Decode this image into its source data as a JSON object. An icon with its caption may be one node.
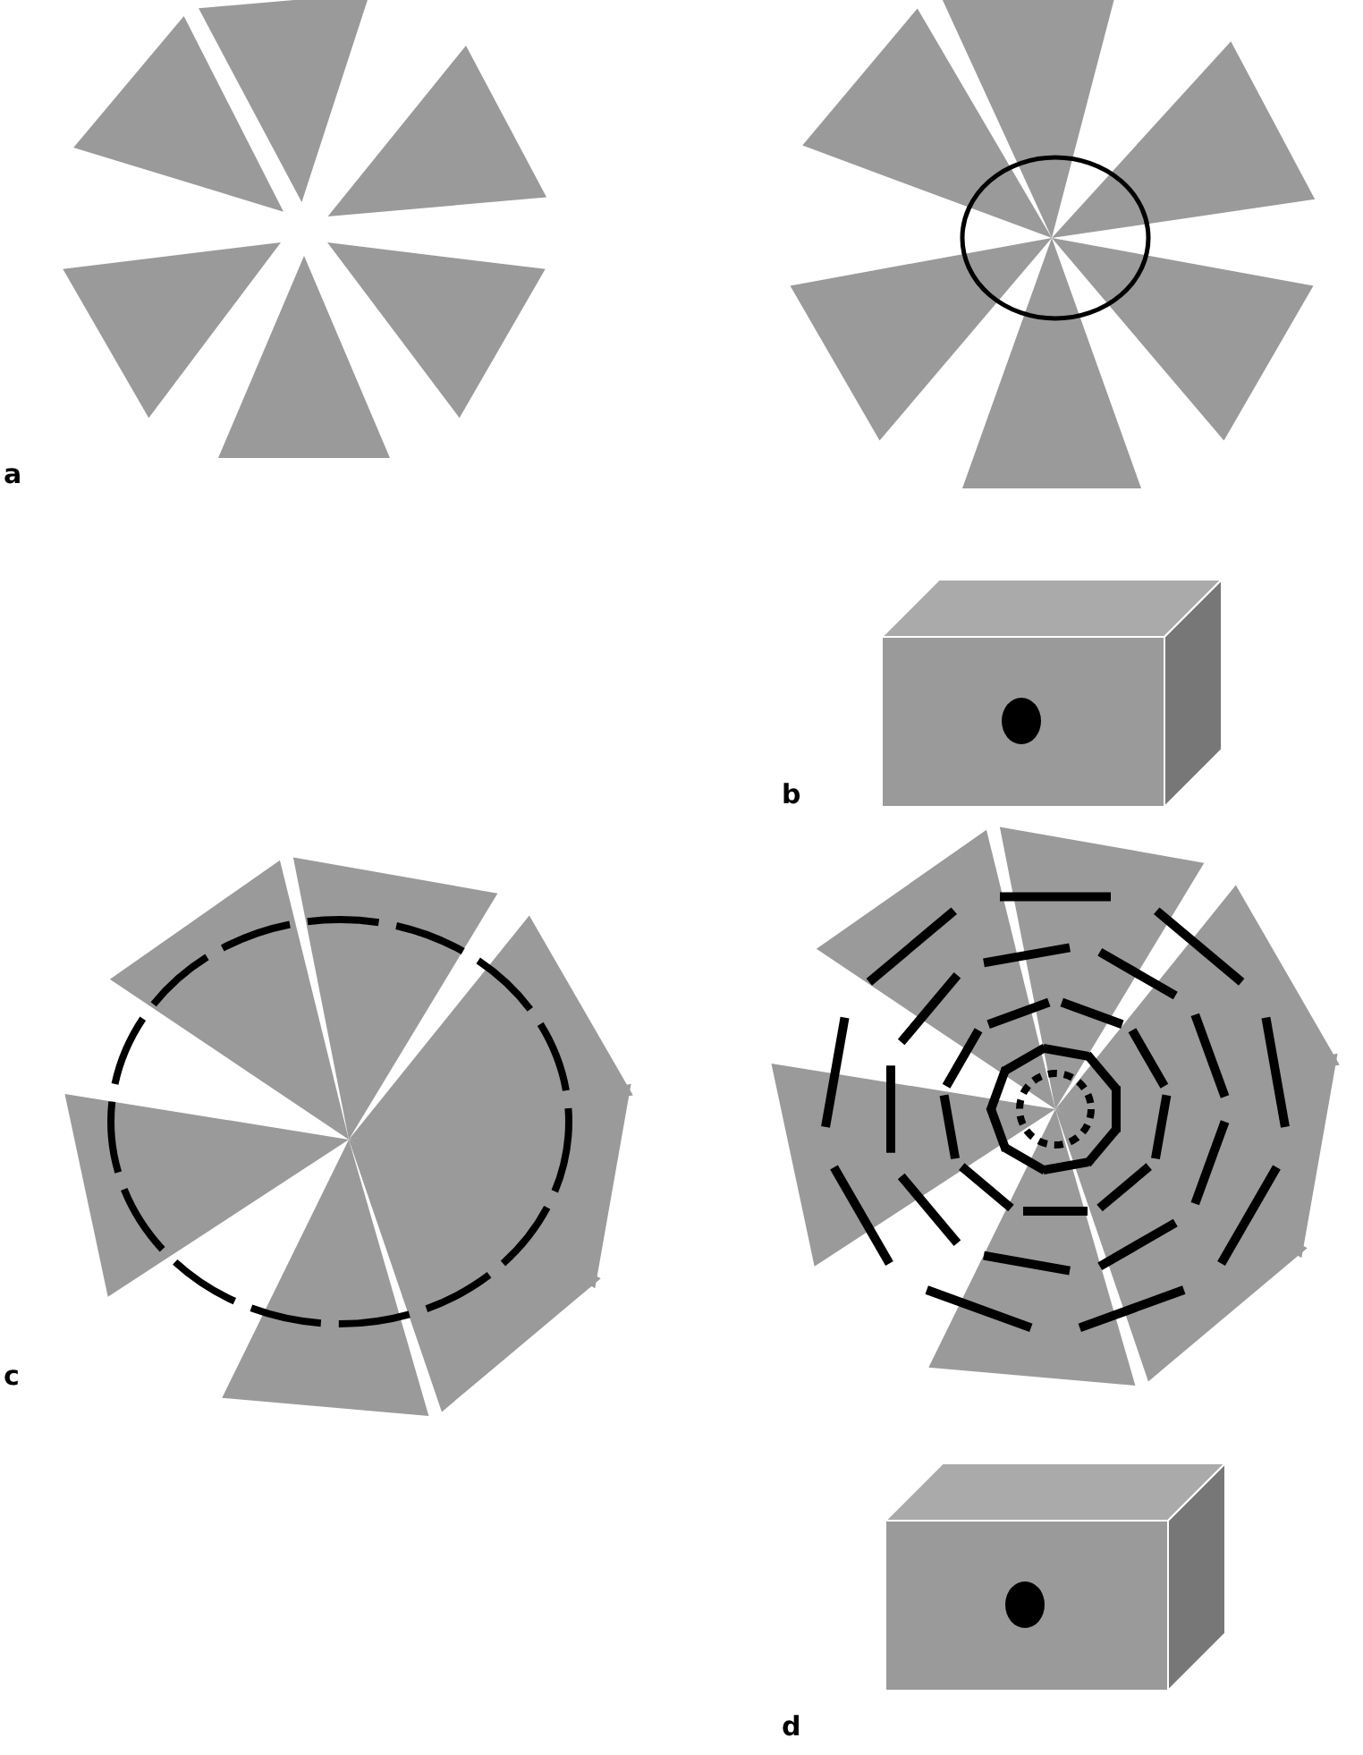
{
  "diagram": {
    "labels": [
      "a",
      "b",
      "c",
      "d"
    ]
  }
}
